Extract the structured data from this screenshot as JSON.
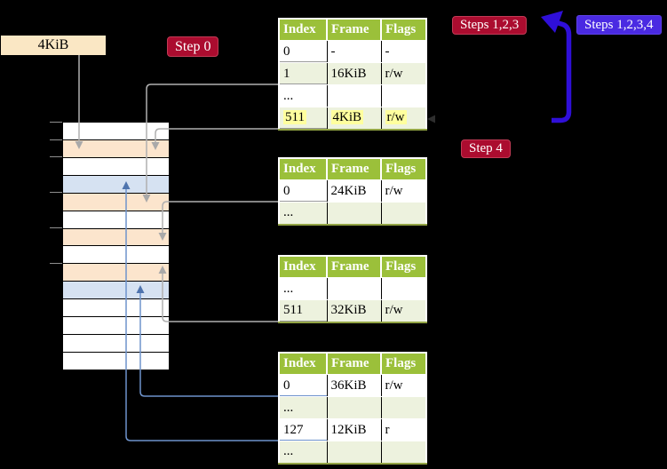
{
  "labels": {
    "frame_label": "4KiB",
    "step0": "Step 0",
    "steps123": "Steps 1,2,3",
    "steps1234": "Steps 1,2,3,4",
    "step4": "Step 4"
  },
  "colors": {
    "header_green": "#9bc03a",
    "row_green": "#edf2de",
    "peach_row": "#fce5cd",
    "blue_row": "#d6e2f2",
    "wheat": "#fae7c4",
    "crimson": "#ab0c2f",
    "violet": "#4a2ae2",
    "thick_arrow_blue": "#2f0fd8",
    "connector_gray": "#b0b0b0",
    "connector_steel": "#6e93cc",
    "highlight_yellow": "#ffff9e"
  },
  "memory_stack": {
    "rows": [
      "white",
      "peach",
      "white",
      "blue",
      "peach",
      "white",
      "peach",
      "white",
      "peach",
      "blue",
      "white",
      "white",
      "white",
      "white"
    ],
    "tick_ys": [
      137,
      157,
      176,
      216,
      256,
      296
    ]
  },
  "tables": [
    {
      "name": "page-table-level-1",
      "columns": [
        "Index",
        "Frame",
        "Flags"
      ],
      "rows": [
        {
          "cells": [
            "0",
            "-",
            "-"
          ],
          "shade": "white",
          "underline": "gray"
        },
        {
          "cells": [
            "1",
            "16KiB",
            "r/w"
          ],
          "shade": "green",
          "underline": "gray"
        },
        {
          "cells": [
            "...",
            "",
            ""
          ],
          "shade": "white"
        },
        {
          "cells": [
            "511",
            "4KiB",
            "r/w"
          ],
          "shade": "green",
          "underline": "gray",
          "highlight": true
        }
      ]
    },
    {
      "name": "page-table-level-2",
      "columns": [
        "Index",
        "Frame",
        "Flags"
      ],
      "rows": [
        {
          "cells": [
            "0",
            "24KiB",
            "r/w"
          ],
          "shade": "white",
          "underline": "gray"
        },
        {
          "cells": [
            "...",
            "",
            ""
          ],
          "shade": "green"
        }
      ]
    },
    {
      "name": "page-table-level-3",
      "columns": [
        "Index",
        "Frame",
        "Flags"
      ],
      "rows": [
        {
          "cells": [
            "...",
            "",
            ""
          ],
          "shade": "white"
        },
        {
          "cells": [
            "511",
            "32KiB",
            "r/w"
          ],
          "shade": "green",
          "underline": "gray"
        }
      ]
    },
    {
      "name": "page-table-level-4",
      "columns": [
        "Index",
        "Frame",
        "Flags"
      ],
      "rows": [
        {
          "cells": [
            "0",
            "36KiB",
            "r/w"
          ],
          "shade": "white",
          "underline": "blue"
        },
        {
          "cells": [
            "...",
            "",
            ""
          ],
          "shade": "green"
        },
        {
          "cells": [
            "127",
            "12KiB",
            "r"
          ],
          "shade": "white",
          "underline": "blue"
        },
        {
          "cells": [
            "...",
            "",
            ""
          ],
          "shade": "green"
        }
      ]
    }
  ]
}
